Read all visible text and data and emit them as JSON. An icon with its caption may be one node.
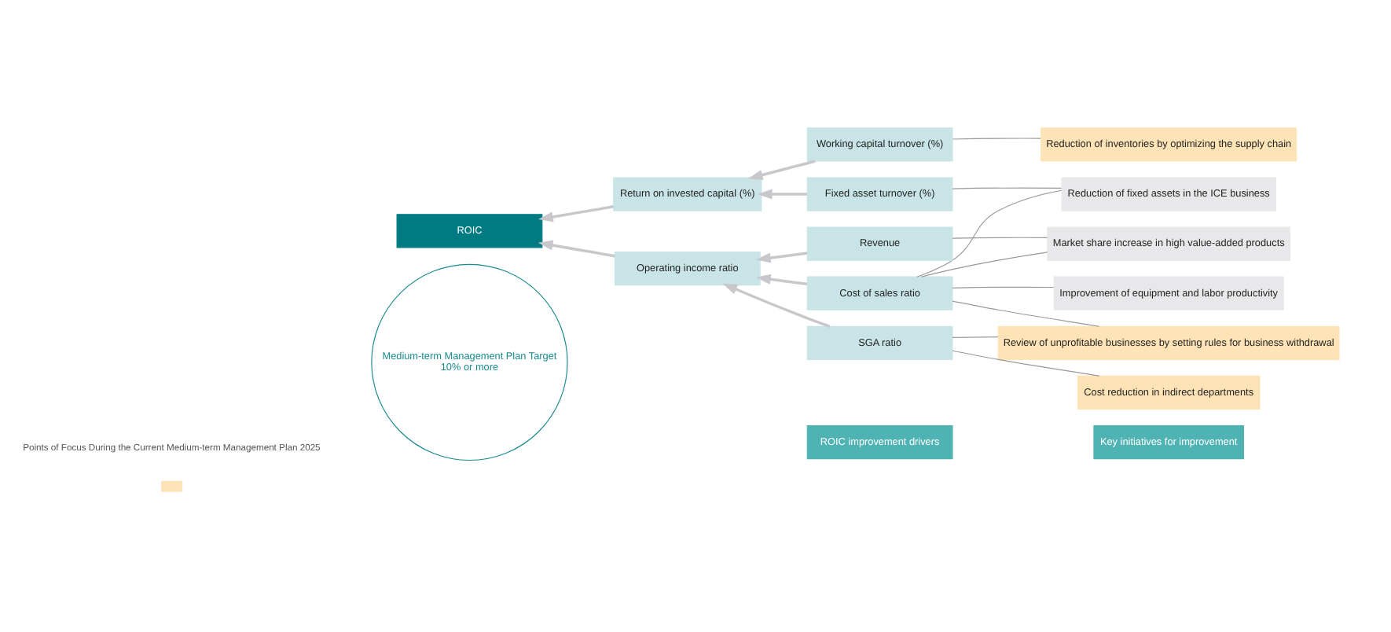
{
  "diagram": {
    "nodes": [
      {
        "text": [
          "Medium-term Management Plan Target",
          "10% or more"
        ]
      },
      {
        "text": [
          "ROIC"
        ]
      },
      {
        "text": [
          "Operating income ratio"
        ]
      },
      {
        "text": [
          "Return on invested capital (%)"
        ]
      },
      {
        "text": [
          "ROIC improvement drivers"
        ]
      },
      {
        "text": [
          "Cost of sales ratio"
        ]
      },
      {
        "text": [
          "SGA ratio"
        ]
      },
      {
        "text": [
          "Revenue"
        ]
      },
      {
        "text": [
          "Working capital turnover (%)"
        ]
      },
      {
        "text": [
          "Fixed asset turnover (%)"
        ]
      },
      {
        "text": [
          "Key initiatives for improvement"
        ]
      },
      {
        "text": [
          "Market share increase in high value-added products"
        ]
      },
      {
        "text": [
          "Improvement of equipment and labor productivity"
        ]
      },
      {
        "text": [
          "Cost reduction in indirect departments"
        ]
      },
      {
        "text": [
          "Review of unprofitable businesses by setting rules for business withdrawal"
        ]
      },
      {
        "text": [
          "Reduction of inventories by optimizing the supply chain"
        ]
      },
      {
        "text": [
          "Reduction of fixed assets in the ICE business"
        ]
      }
    ],
    "edges": [
      {
        "from": 2,
        "to": 1,
        "arrow": "to"
      },
      {
        "from": 3,
        "to": 1,
        "arrow": "to"
      },
      {
        "from": 5,
        "to": 2,
        "arrow": "to"
      },
      {
        "from": 6,
        "to": 2,
        "arrow": "to"
      },
      {
        "from": 7,
        "to": 2,
        "arrow": "to"
      },
      {
        "from": 8,
        "to": 3,
        "arrow": "to"
      },
      {
        "from": 9,
        "to": 3,
        "arrow": "to"
      },
      {
        "from": 5,
        "to": 11,
        "arrow": "none"
      },
      {
        "from": 5,
        "to": 12,
        "arrow": "none"
      },
      {
        "from": 5,
        "to": 14,
        "arrow": "none"
      },
      {
        "from": 5,
        "to": 16,
        "arrow": "none"
      },
      {
        "from": 6,
        "to": 13,
        "arrow": "none"
      },
      {
        "from": 6,
        "to": 14,
        "arrow": "none"
      },
      {
        "from": 7,
        "to": 11,
        "arrow": "none"
      },
      {
        "from": 8,
        "to": 15,
        "arrow": "none"
      },
      {
        "from": 9,
        "to": 16,
        "arrow": "none"
      }
    ],
    "legend": [
      {
        "text": "Points of Focus During the Current Medium-term Management Plan 2025",
        "color": "#fde3b5"
      }
    ]
  }
}
